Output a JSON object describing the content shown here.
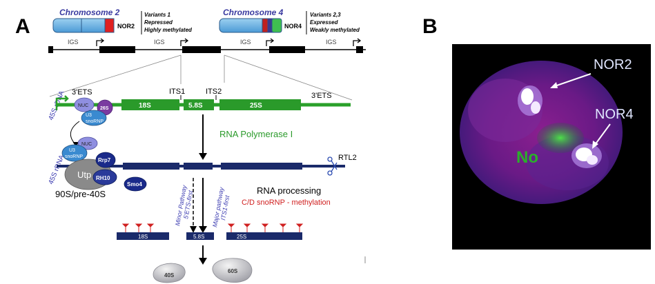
{
  "panels": {
    "a": "A",
    "b": "B"
  },
  "chromosomes": {
    "chr2": {
      "name": "Chromosome 2",
      "nor": "NOR2",
      "notes": [
        "Variants 1",
        "Repressed",
        "Highly methylated"
      ]
    },
    "chr4": {
      "name": "Chromosome 4",
      "nor": "NOR4",
      "notes": [
        "Variants 2,3",
        "Expressed",
        "Weakly  methylated"
      ]
    }
  },
  "igs": "IGS",
  "rdna": {
    "label": "45S rDNA",
    "ets5": "3'ETS",
    "its1": "ITS1",
    "its2": "ITS2",
    "ets3": "3'ETS",
    "s18": "18S",
    "s58": "5.8S",
    "s25": "25S"
  },
  "snorna": {
    "nuc": "NUC",
    "s26": "26S",
    "u3": "U3\nsnoRNP"
  },
  "u3_label": "U3",
  "snorna_label": "snoRNP",
  "pol": "RNA Polymerase I",
  "rrna": {
    "label": "45S rRNA",
    "rtl2": "RTL2"
  },
  "complex": {
    "nuc": "NUC",
    "u3": "U3",
    "snornp": "snoRNP",
    "utp": "Utp",
    "rrp7": "Rrp7",
    "rh10": "RH10",
    "smo4": "Smo4",
    "name": "90S/pre-40S"
  },
  "pathways": {
    "minor1": "Minor Pathway",
    "minor2": "5'ETS-first",
    "major1": "Major pathway",
    "major2": "ITS1-first"
  },
  "processing": {
    "title": "RNA processing",
    "subtitle": "C/D snoRNP - methylation"
  },
  "mature": {
    "s18": "18S",
    "s58": "5.8S",
    "s25": "25S"
  },
  "subunits": {
    "s40": "40S",
    "s60": "60S"
  },
  "micro": {
    "nor2": "NOR2",
    "nor4": "NOR4",
    "no": "No"
  }
}
